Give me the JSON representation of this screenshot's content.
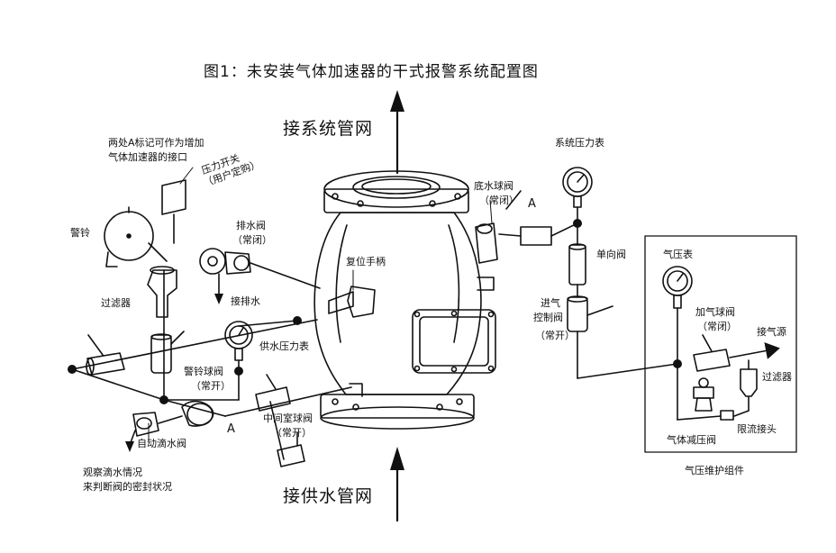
{
  "title": "图1：未安装气体加速器的干式报警系统配置图",
  "labels": {
    "to_system_pipe": "接系统管网",
    "to_supply_pipe": "接供水管网",
    "note_a": [
      "两处A标记可作为增加",
      "气体加速器的接口"
    ],
    "pressure_switch": [
      "压力开关",
      "（用户定购）"
    ],
    "alarm_bell": "警铃",
    "strainer": "过滤器",
    "drain_valve": [
      "排水阀",
      "（常闭）"
    ],
    "to_drain": "接排水",
    "reset_handle": "复位手柄",
    "bottom_ball_valve": [
      "底水球阀",
      "（常闭）"
    ],
    "system_pressure_gauge": "系统压力表",
    "mark_a": "A",
    "check_valve": "单向阀",
    "inlet_control_valve": [
      "进气",
      "控制阀",
      "（常开）"
    ],
    "supply_pressure_gauge": "供水压力表",
    "alarm_ball_valve": [
      "警铃球阀",
      "（常开）"
    ],
    "middle_chamber_valve": [
      "中间室球阀",
      "（常开）"
    ],
    "auto_drip_valve": "自动滴水阀",
    "observe_note": [
      "观察滴水情况",
      "来判断阀的密封状况"
    ],
    "air_pressure_gauge": "气压表",
    "charge_ball_valve": [
      "加气球阀",
      "（常闭）"
    ],
    "air_source": "接气源",
    "strainer_right": "过滤器",
    "air_reducing_valve": "气体减压阀",
    "flow_limit_joint": "限流接头",
    "maintenance_group": "气压维护组件"
  }
}
